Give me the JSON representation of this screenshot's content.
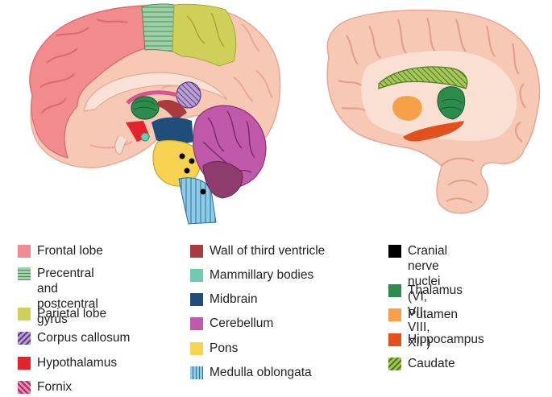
{
  "diagram": {
    "legend": [
      [
        {
          "label": "Frontal lobe",
          "color": "#f28b8e",
          "pattern": "solid"
        },
        {
          "label": "Precentral and\npostcentral gyrus",
          "color": "#9fcfa6",
          "pattern": "horizontal-lines"
        },
        {
          "label": "Parietal lobe",
          "color": "#cfd05a",
          "pattern": "solid"
        },
        {
          "label": "Corpus callosum",
          "color": "#a78cc4",
          "pattern": "diagonal-lines"
        },
        {
          "label": "Hypothalamus",
          "color": "#e4232c",
          "pattern": "solid"
        },
        {
          "label": "Fornix",
          "color": "#d9548e",
          "pattern": "diagonal-lines"
        }
      ],
      [
        {
          "label": "Wall of third ventricle",
          "color": "#a93a3f",
          "pattern": "solid"
        },
        {
          "label": "Mammillary bodies",
          "color": "#6fcab2",
          "pattern": "solid"
        },
        {
          "label": "Midbrain",
          "color": "#1e4e79",
          "pattern": "solid"
        },
        {
          "label": "Cerebellum",
          "color": "#c159aa",
          "pattern": "solid"
        },
        {
          "label": "Pons",
          "color": "#f8d352",
          "pattern": "solid"
        },
        {
          "label": "Medulla oblongata",
          "color": "#8ecbe6",
          "pattern": "vertical-lines"
        }
      ],
      [
        {
          "label": "Cranial nerve nuclei\n(VI, VII, VIII, XII )",
          "color": "#000000",
          "pattern": "solid"
        },
        {
          "label": "Thalamus",
          "color": "#2e8b4e",
          "pattern": "solid"
        },
        {
          "label": "Putamen",
          "color": "#f7a04a",
          "pattern": "solid"
        },
        {
          "label": "Hippocampus",
          "color": "#e2501d",
          "pattern": "solid"
        },
        {
          "label": "Caudate",
          "color": "#8fb542",
          "pattern": "diagonal-lines"
        }
      ]
    ]
  }
}
